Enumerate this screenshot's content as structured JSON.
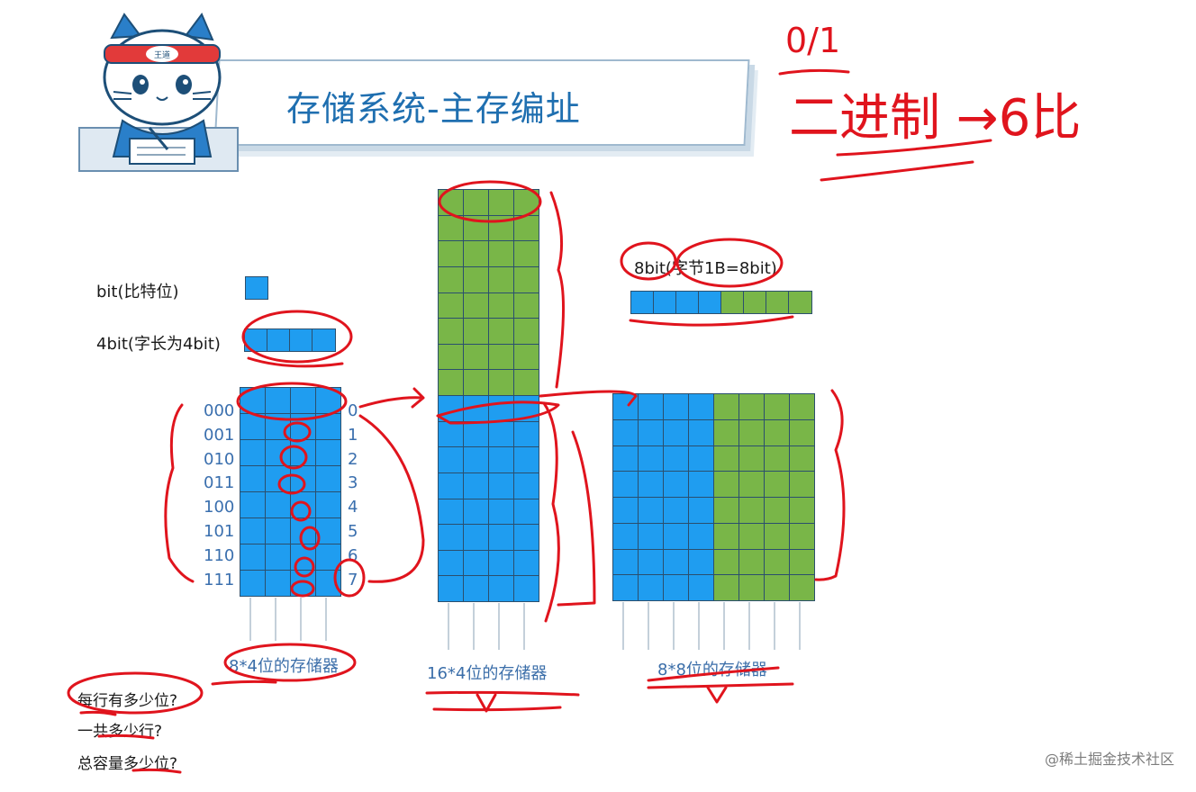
{
  "title": "存储系统-主存编址",
  "mascot": {
    "badge": "王道"
  },
  "labels": {
    "bit": "bit(比特位)",
    "word4": "4bit(字长为4bit)",
    "byte8": "8bit(字节1B=8bit)"
  },
  "addresses_binary": [
    "000",
    "001",
    "010",
    "011",
    "100",
    "101",
    "110",
    "111"
  ],
  "addresses_decimal": [
    "0",
    "1",
    "2",
    "3",
    "4",
    "5",
    "6",
    "7"
  ],
  "memories": [
    {
      "caption": "8*4位的存储器",
      "rows": 8,
      "cols": 4,
      "fill": "blue"
    },
    {
      "caption": "16*4位的存储器",
      "rows": 16,
      "cols": 4,
      "fill": "green-top-blue-bottom"
    },
    {
      "caption": "8*8位的存储器",
      "rows": 8,
      "cols": 8,
      "fill": "blue-left-green-right"
    }
  ],
  "questions": [
    "每行有多少位?",
    "一共多少行?",
    "总容量多少位?"
  ],
  "handwriting": {
    "top": "0/1",
    "main": "二进制 →6比"
  },
  "watermark": "@稀土掘金技术社区",
  "colors": {
    "blue_cell": "#1f9df0",
    "green_cell": "#79b648",
    "ink_red": "#e0141d",
    "title_blue": "#1f6fb0"
  }
}
